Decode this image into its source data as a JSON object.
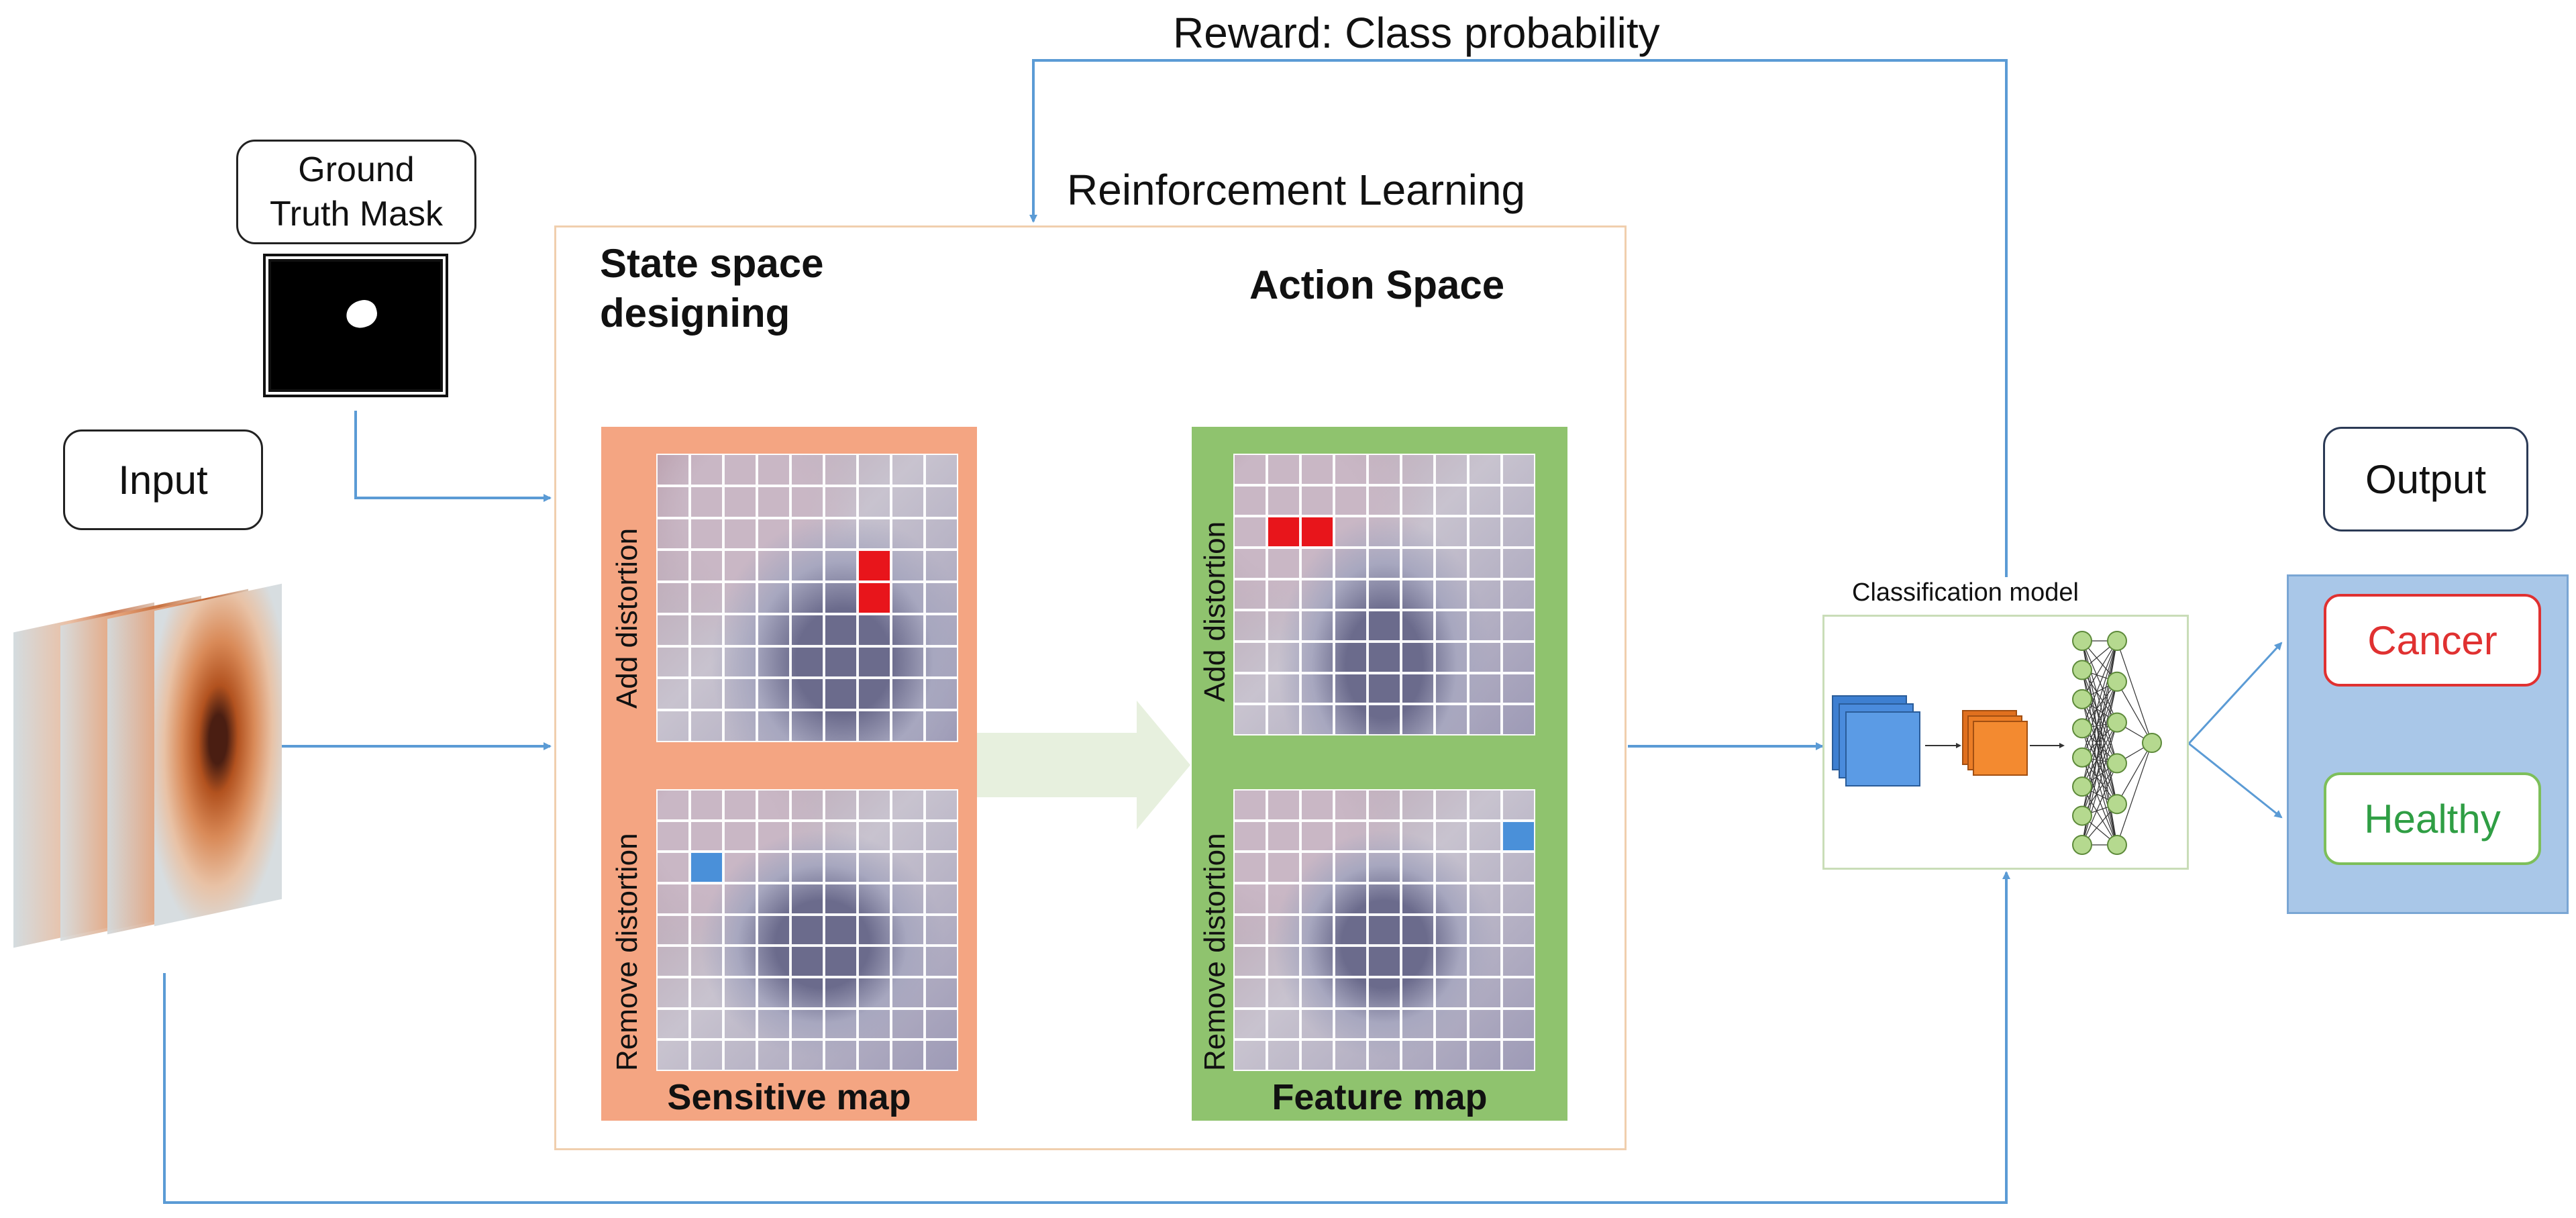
{
  "labels": {
    "reward": "Reward: Class probability",
    "rl_title": "Reinforcement Learning",
    "ground_truth": "Ground\nTruth Mask",
    "input": "Input",
    "output": "Output",
    "state_space": "State space\ndesigning",
    "action_space": "Action Space",
    "add_distortion": "Add distortion",
    "remove_distortion": "Remove distortion",
    "sensitive_map": "Sensitive map",
    "feature_map": "Feature map",
    "classification_model": "Classification model",
    "cancer": "Cancer",
    "healthy": "Healthy"
  },
  "colors": {
    "arrow": "#5b9bd5",
    "state_panel": "#f4a582",
    "action_panel": "#8fc36e",
    "output_box": "#a9c7e8",
    "cancer_border": "#e03131",
    "cancer_text": "#e03131",
    "healthy_border": "#7dbf5a",
    "healthy_text": "#2f9e44",
    "distortion_add": "#e8151b",
    "distortion_remove": "#4a90d9",
    "rl_border": "#f0cfae"
  }
}
